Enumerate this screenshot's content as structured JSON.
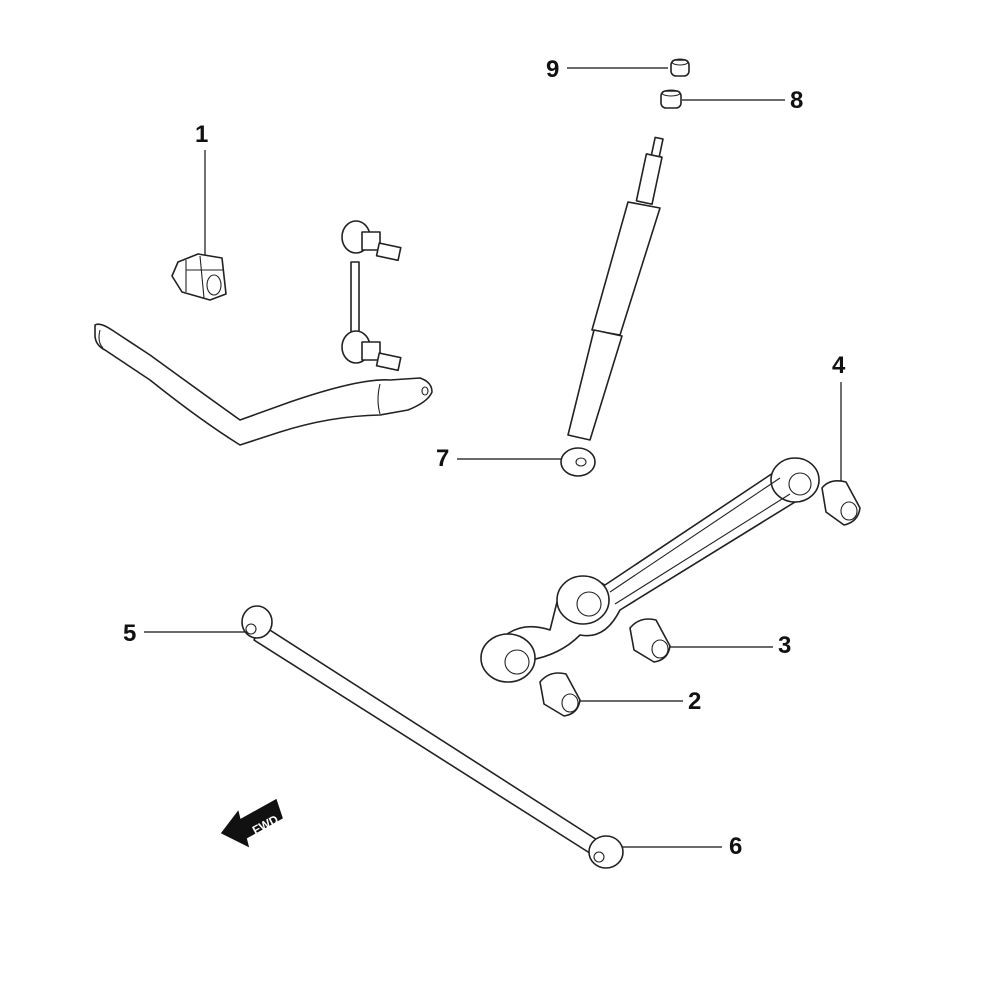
{
  "diagram": {
    "title": "Rear suspension exploded parts diagram",
    "callouts": [
      {
        "number": "1",
        "part": "stabilizer-bushing"
      },
      {
        "number": "2",
        "part": "arm-bushing"
      },
      {
        "number": "3",
        "part": "arm-bushing"
      },
      {
        "number": "4",
        "part": "arm-bushing"
      },
      {
        "number": "5",
        "part": "lateral-rod-bushing-front"
      },
      {
        "number": "6",
        "part": "lateral-rod-bushing-rear"
      },
      {
        "number": "7",
        "part": "shock-absorber-lower-bushing"
      },
      {
        "number": "8",
        "part": "shock-absorber-upper-bushing"
      },
      {
        "number": "9",
        "part": "shock-absorber-upper-bushing"
      }
    ],
    "direction_marker": "FWD",
    "colors": {
      "line": "#222222",
      "background": "#ffffff"
    }
  }
}
